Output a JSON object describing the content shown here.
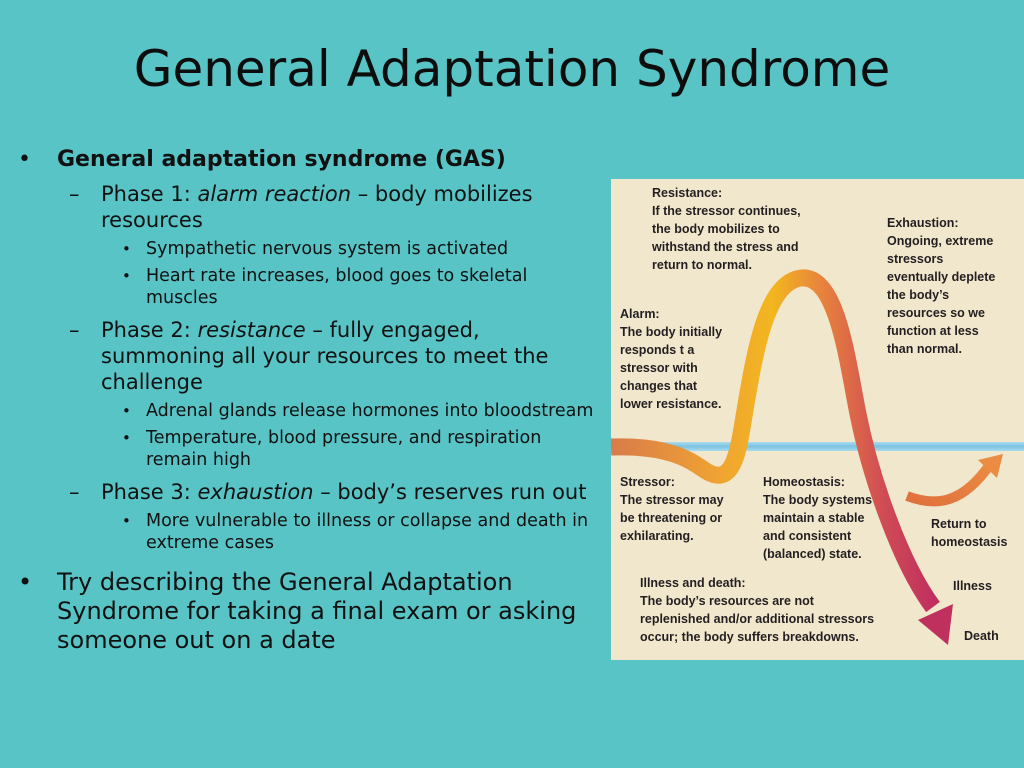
{
  "slide": {
    "title": "General Adaptation Syndrome",
    "bullets": {
      "gas": "General adaptation syndrome (GAS)",
      "phase1": {
        "prefix": "Phase 1: ",
        "term": "alarm reaction",
        "rest": " – body mobilizes resources",
        "subs": [
          "Sympathetic nervous system is activated",
          "Heart rate increases, blood goes to skeletal muscles"
        ]
      },
      "phase2": {
        "prefix": "Phase 2: ",
        "term": "resistance",
        "rest": " – fully engaged, summoning all your resources to meet the challenge",
        "subs": [
          "Adrenal glands release hormones into bloodstream",
          "Temperature, blood pressure, and respiration remain high"
        ]
      },
      "phase3": {
        "prefix": "Phase 3: ",
        "term": "exhaustion",
        "rest": " – body’s reserves run out",
        "subs": [
          "More vulnerable to illness or collapse and death in extreme cases"
        ]
      },
      "closing": "Try describing the General Adaptation Syndrome for taking a final exam or asking someone out on a date"
    },
    "markers": {
      "bullet": "•",
      "dash": "–"
    }
  },
  "figure": {
    "resistance": "Resistance:\nIf the stressor continues,\nthe body mobilizes to\nwithstand the stress and\nreturn to normal.",
    "exhaustion": "Exhaustion:\nOngoing, extreme\nstressors\neventually deplete\nthe body’s\nresources so we\nfunction at less\nthan normal.",
    "alarm": "Alarm:\nThe body initially\nresponds t a\nstressor with\nchanges that\nlower resistance.",
    "stressor": "Stressor:\nThe stressor may\nbe threatening or\nexhilarating.",
    "homeostasis": "Homeostasis:\nThe body systems\nmaintain a stable\nand consistent\n(balanced) state.",
    "return": "Return to\nhomeostasis",
    "illness_death": "Illness and death:\nThe body’s resources are not\nreplenished and/or additional stressors\noccur; the body suffers breakdowns.",
    "illness": "Illness",
    "death": "Death",
    "colors": {
      "background": "#f1e7cd",
      "baseline": "#8fcde6",
      "curve_start": "#d97b4a",
      "curve_peak": "#f2b71f",
      "curve_end": "#c0305e",
      "arrow_return": "#e2763e"
    }
  }
}
